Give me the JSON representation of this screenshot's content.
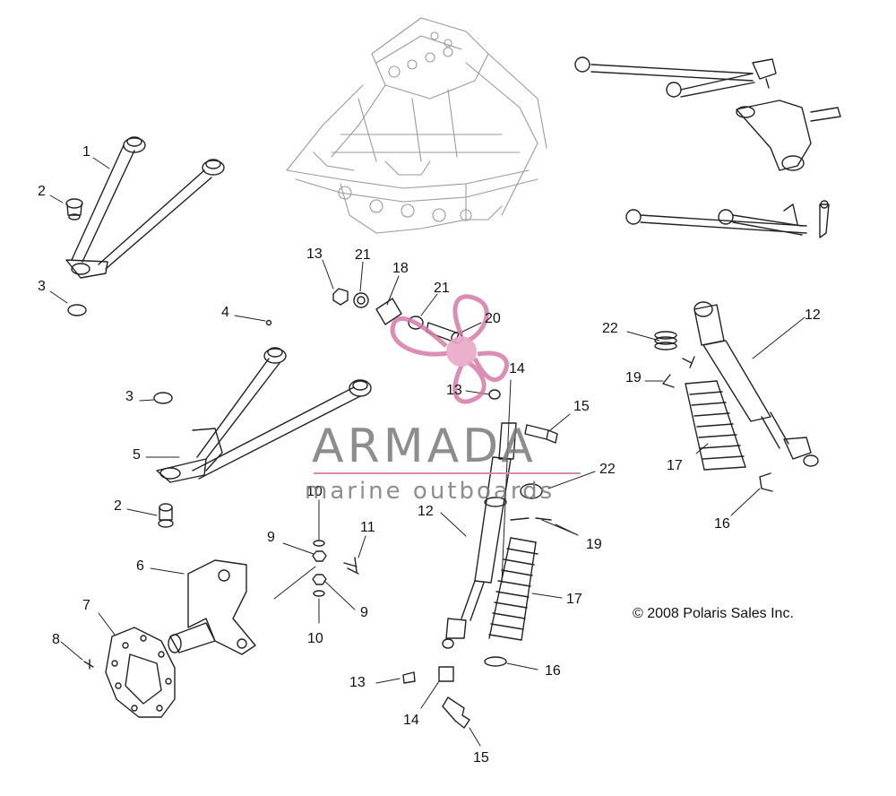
{
  "labels": {
    "l1": "1",
    "l2a": "2",
    "l3a": "3",
    "l4": "4",
    "l3b": "3",
    "l5": "5",
    "l2b": "2",
    "l6": "6",
    "l7": "7",
    "l8": "8",
    "l13a": "13",
    "l21a": "21",
    "l18": "18",
    "l21b": "21",
    "l20": "20",
    "l13b": "13",
    "l14a": "14",
    "l15a": "15",
    "l22a": "22",
    "l12a": "12",
    "l10a": "10",
    "l9a": "9",
    "l11": "11",
    "l9b": "9",
    "l10b": "10",
    "l19a": "19",
    "l17a": "17",
    "l13c": "13",
    "l14b": "14",
    "l15b": "15",
    "l16a": "16",
    "l22b": "22",
    "l12b": "12",
    "l19b": "19",
    "l17b": "17",
    "l16b": "16"
  },
  "copyright": "© 2008 Polaris Sales Inc.",
  "watermark": {
    "title": "ARMADA",
    "subtitle": "marine outboards"
  },
  "colors": {
    "line": "#222222",
    "frame": "#9a9a9a",
    "watermark_pink": "#d57aa6",
    "watermark_gray": "#7a7a7a"
  }
}
